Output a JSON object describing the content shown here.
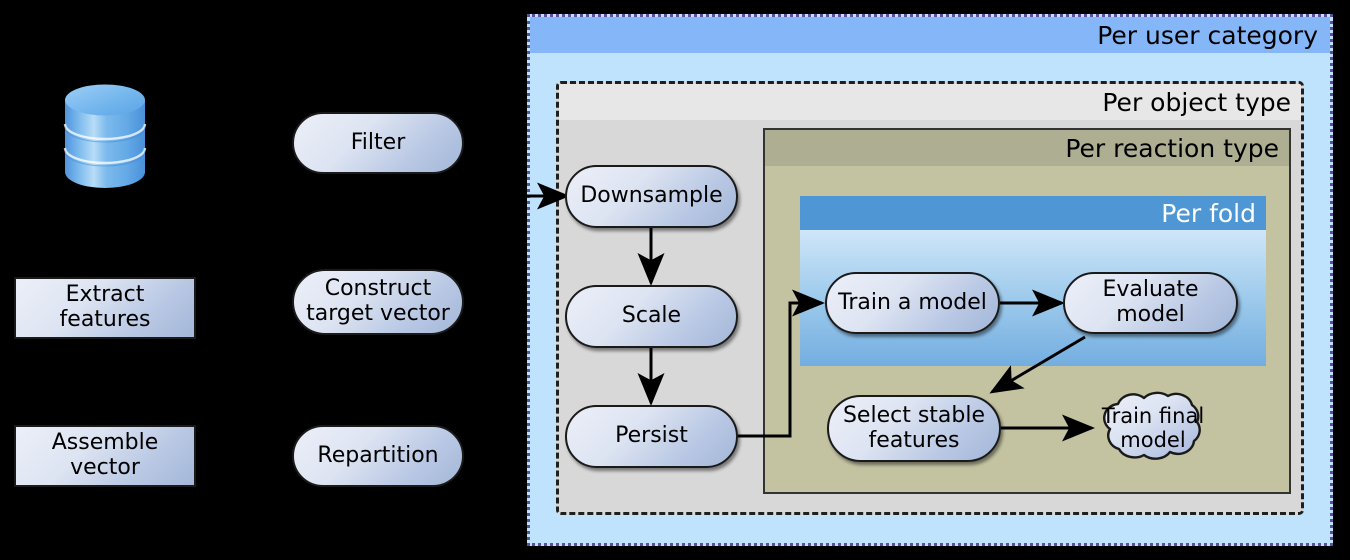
{
  "legend": {
    "items": [
      {
        "id": "datasource",
        "label": "",
        "shape": "database-cylinder"
      },
      {
        "id": "filter",
        "label": "Filter",
        "shape": "pill"
      },
      {
        "id": "extract-features",
        "label": "Extract features",
        "shape": "rect"
      },
      {
        "id": "construct-target",
        "label": "Construct\ntarget vector",
        "shape": "pill"
      },
      {
        "id": "assemble-vector",
        "label": "Assemble vector",
        "shape": "rect"
      },
      {
        "id": "repartition",
        "label": "Repartition",
        "shape": "pill"
      }
    ]
  },
  "pipeline": {
    "lanes": [
      {
        "id": "per-user-category",
        "label": "Per user category",
        "border": "dotted",
        "header_color": "#85b6f8",
        "body_color": "#bfe3fd",
        "text_color": "#000000"
      },
      {
        "id": "per-object-type",
        "label": "Per object type",
        "border": "dashed",
        "header_color": "#e7e7e7",
        "body_color": "#d8d8d8",
        "text_color": "#000000"
      },
      {
        "id": "per-reaction-type",
        "label": "Per reaction type",
        "border": "solid",
        "header_color": "#aeae92",
        "body_color": "#c3c3a2",
        "text_color": "#000000"
      },
      {
        "id": "per-fold",
        "label": "Per fold",
        "border": "none",
        "header_color": "#4e97d4",
        "body_color": "#73aee0",
        "text_color": "#ffffff"
      }
    ],
    "nodes": [
      {
        "id": "downsample",
        "label": "Downsample",
        "shape": "pill",
        "lane": "per-object-type"
      },
      {
        "id": "scale",
        "label": "Scale",
        "shape": "pill",
        "lane": "per-object-type"
      },
      {
        "id": "persist",
        "label": "Persist",
        "shape": "pill",
        "lane": "per-object-type"
      },
      {
        "id": "train-a-model",
        "label": "Train a model",
        "shape": "pill",
        "lane": "per-fold"
      },
      {
        "id": "evaluate-model",
        "label": "Evaluate model",
        "shape": "pill",
        "lane": "per-fold"
      },
      {
        "id": "select-stable",
        "label": "Select stable\nfeatures",
        "shape": "pill",
        "lane": "per-reaction-type"
      },
      {
        "id": "train-final",
        "label": "Train final\nmodel",
        "shape": "cloud",
        "lane": "per-reaction-type"
      }
    ],
    "edges": [
      {
        "from": "input",
        "to": "downsample"
      },
      {
        "from": "downsample",
        "to": "scale"
      },
      {
        "from": "scale",
        "to": "persist"
      },
      {
        "from": "persist",
        "to": "train-a-model"
      },
      {
        "from": "train-a-model",
        "to": "evaluate-model"
      },
      {
        "from": "evaluate-model",
        "to": "select-stable"
      },
      {
        "from": "select-stable",
        "to": "train-final"
      }
    ]
  },
  "palette": {
    "node_fill_light": "#eceff8",
    "node_fill_dark": "#a3b7d8",
    "node_stroke": "#1a1a1a",
    "background": "#000000",
    "db_icon": "#6aa9e8"
  }
}
